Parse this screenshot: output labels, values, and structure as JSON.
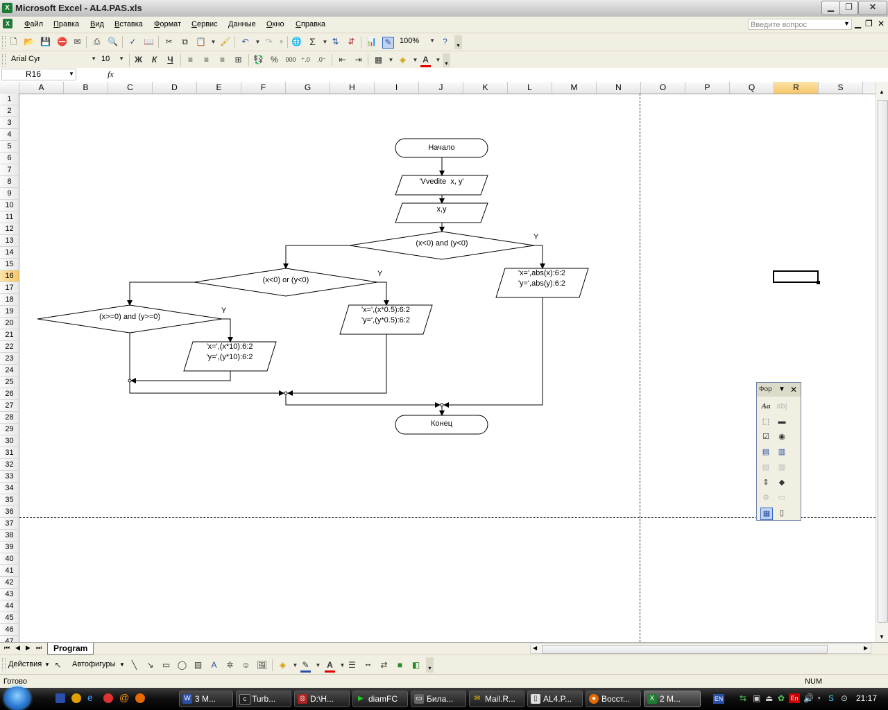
{
  "window": {
    "title": "Microsoft Excel - AL4.PAS.xls"
  },
  "menu": [
    "Файл",
    "Правка",
    "Вид",
    "Вставка",
    "Формат",
    "Сервис",
    "Данные",
    "Окно",
    "Справка"
  ],
  "ask_placeholder": "Введите вопрос",
  "toolbar": {
    "zoom": "100%",
    "font": "Arial Cyr",
    "size": "10",
    "bold": "Ж",
    "italic": "К",
    "underline": "Ч",
    "percent": "%",
    "thousands": "000"
  },
  "formula": {
    "cell_ref": "R16",
    "fx": "fx",
    "value": ""
  },
  "columns": [
    "A",
    "B",
    "C",
    "D",
    "E",
    "F",
    "G",
    "H",
    "I",
    "J",
    "K",
    "L",
    "M",
    "N",
    "O",
    "P",
    "Q",
    "R",
    "S"
  ],
  "selected_column": "R",
  "rows": [
    "1",
    "2",
    "3",
    "4",
    "5",
    "6",
    "7",
    "8",
    "9",
    "10",
    "11",
    "12",
    "13",
    "14",
    "15",
    "16",
    "17",
    "18",
    "19",
    "20",
    "21",
    "22",
    "23",
    "24",
    "25",
    "26",
    "27",
    "28",
    "29",
    "30",
    "31",
    "32",
    "33",
    "34",
    "35",
    "36",
    "37",
    "38",
    "39",
    "40",
    "41",
    "42",
    "43",
    "44",
    "45",
    "46",
    "47"
  ],
  "selected_row": "16",
  "flowchart": {
    "start": "Начало",
    "prompt": "'Vvedite  x, y'",
    "input": "x,y",
    "cond1": "(x<0) and (y<0)",
    "cond2": "(x<0) or (y<0)",
    "cond3": "(x>=0) and (y>=0)",
    "out1": "'x=',abs(x):6:2\n'y=',abs(y):6:2",
    "out2": "'x=',(x*0.5):6:2\n'y=',(y*0.5):6:2",
    "out3": "'x=',(x*10):6:2\n'y=',(y*10):6:2",
    "yes": "Y",
    "end": "Конец"
  },
  "forms_toolbar": {
    "title": "Фор"
  },
  "sheet_tab": "Program",
  "drawing": {
    "actions": "Действия",
    "autoshapes": "Автофигуры"
  },
  "status": {
    "ready": "Готово",
    "num": "NUM"
  },
  "taskbar": {
    "items": [
      "3 М...",
      "Turb...",
      "D:\\Н...",
      "diamFC",
      "Била...",
      "Mail.R...",
      "AL4.P...",
      "Восст...",
      "2 М..."
    ],
    "lang1": "EN",
    "lang2": "En",
    "clock": "21:17"
  }
}
